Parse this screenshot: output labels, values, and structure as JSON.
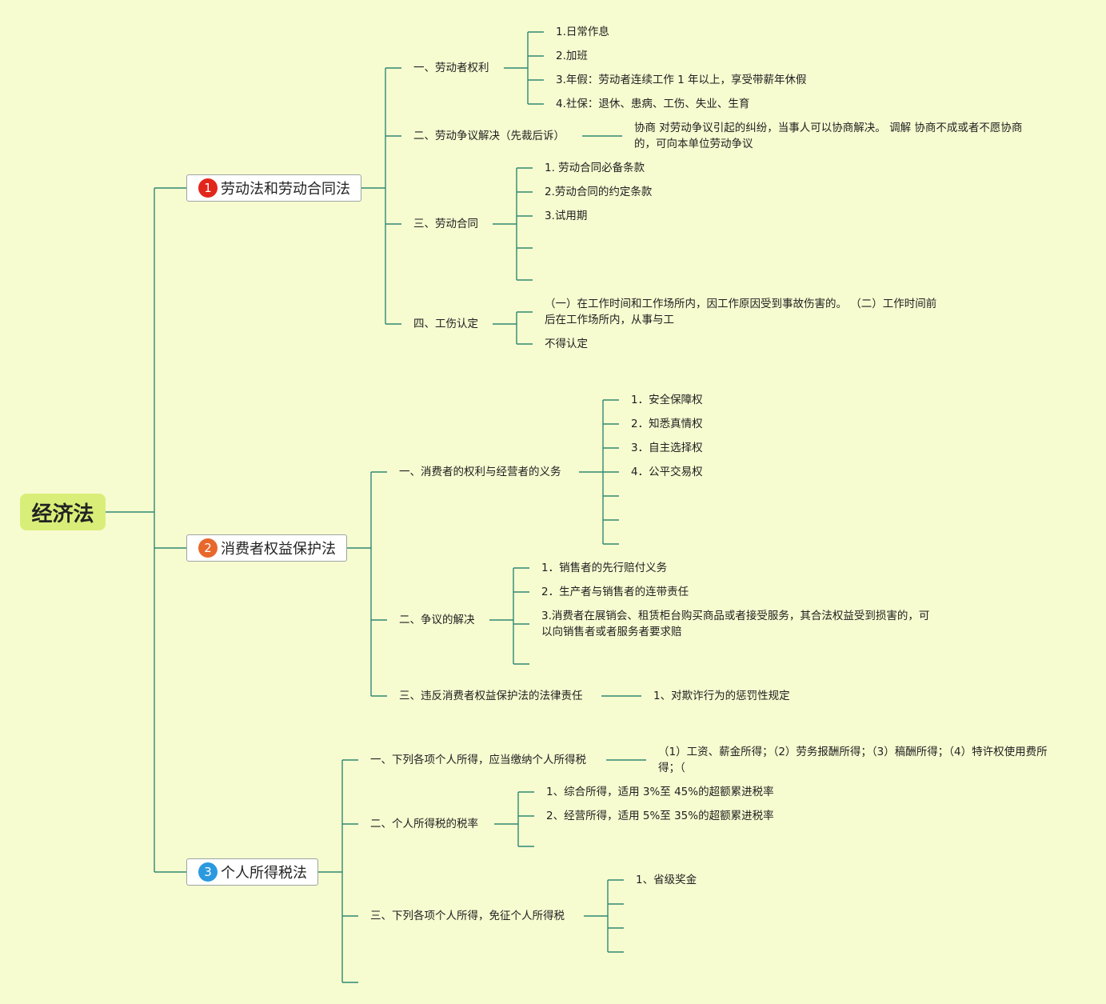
{
  "root": {
    "title": "经济法"
  },
  "colors": {
    "background": "#f7fbd0",
    "line": "#2e8a74",
    "root_fill": "#d9ee78",
    "badge1": "#e2261c",
    "badge2": "#e8672b",
    "badge3": "#2b99df"
  },
  "topics": [
    {
      "num": "1",
      "title": "劳动法和劳动合同法",
      "subs": [
        {
          "label": "一、劳动者权利",
          "leaves": [
            "1.日常作息",
            "2.加班",
            "3.年假：劳动者连续工作 1 年以上，享受带薪年休假",
            "4.社保：退休、患病、工伤、失业、生育"
          ]
        },
        {
          "label": "二、劳动争议解决（先裁后诉）",
          "leaves": [
            "协商 对劳动争议引起的纠纷，当事人可以协商解决。 调解 协商不成或者不愿协商的，可向本单位劳动争议"
          ]
        },
        {
          "label": "三、劳动合同",
          "leaves": [
            "1. 劳动合同必备条款",
            "2.劳动合同的约定条款",
            "3.试用期",
            "",
            ""
          ]
        },
        {
          "label": "四、工伤认定",
          "leaves": [
            "（一）在工作时间和工作场所内，因工作原因受到事故伤害的。 （二）工作时间前后在工作场所内，从事与工",
            "不得认定"
          ]
        }
      ]
    },
    {
      "num": "2",
      "title": "消费者权益保护法",
      "subs": [
        {
          "label": "一、消费者的权利与经营者的义务",
          "leaves": [
            "1．安全保障权",
            "2．知悉真情权",
            "3．自主选择权",
            "4．公平交易权",
            "",
            ""
          ]
        },
        {
          "label": "二、争议的解决",
          "leaves": [
            "1．销售者的先行赔付义务",
            "2．生产者与销售者的连带责任",
            "3.消费者在展销会、租赁柜台购买商品或者接受服务，其合法权益受到损害的，可以向销售者或者服务者要求赔",
            ""
          ]
        },
        {
          "label": "三、违反消费者权益保护法的法律责任",
          "leaves": [
            "1、对欺诈行为的惩罚性规定"
          ]
        }
      ]
    },
    {
      "num": "3",
      "title": "个人所得税法",
      "subs": [
        {
          "label": "一、下列各项个人所得，应当缴纳个人所得税",
          "leaves": [
            "（1）工资、薪金所得；（2）劳务报酬所得；（3）稿酬所得；（4）特许权使用费所得；（"
          ]
        },
        {
          "label": "二、个人所得税的税率",
          "leaves": [
            "1、综合所得，适用 3%至 45%的超额累进税率",
            "2、经营所得，适用 5%至 35%的超额累进税率",
            ""
          ]
        },
        {
          "label": "三、下列各项个人所得，免征个人所得税",
          "leaves": [
            "1、省级奖金",
            "",
            "",
            ""
          ]
        },
        {
          "label": "",
          "leaves": []
        }
      ]
    }
  ]
}
